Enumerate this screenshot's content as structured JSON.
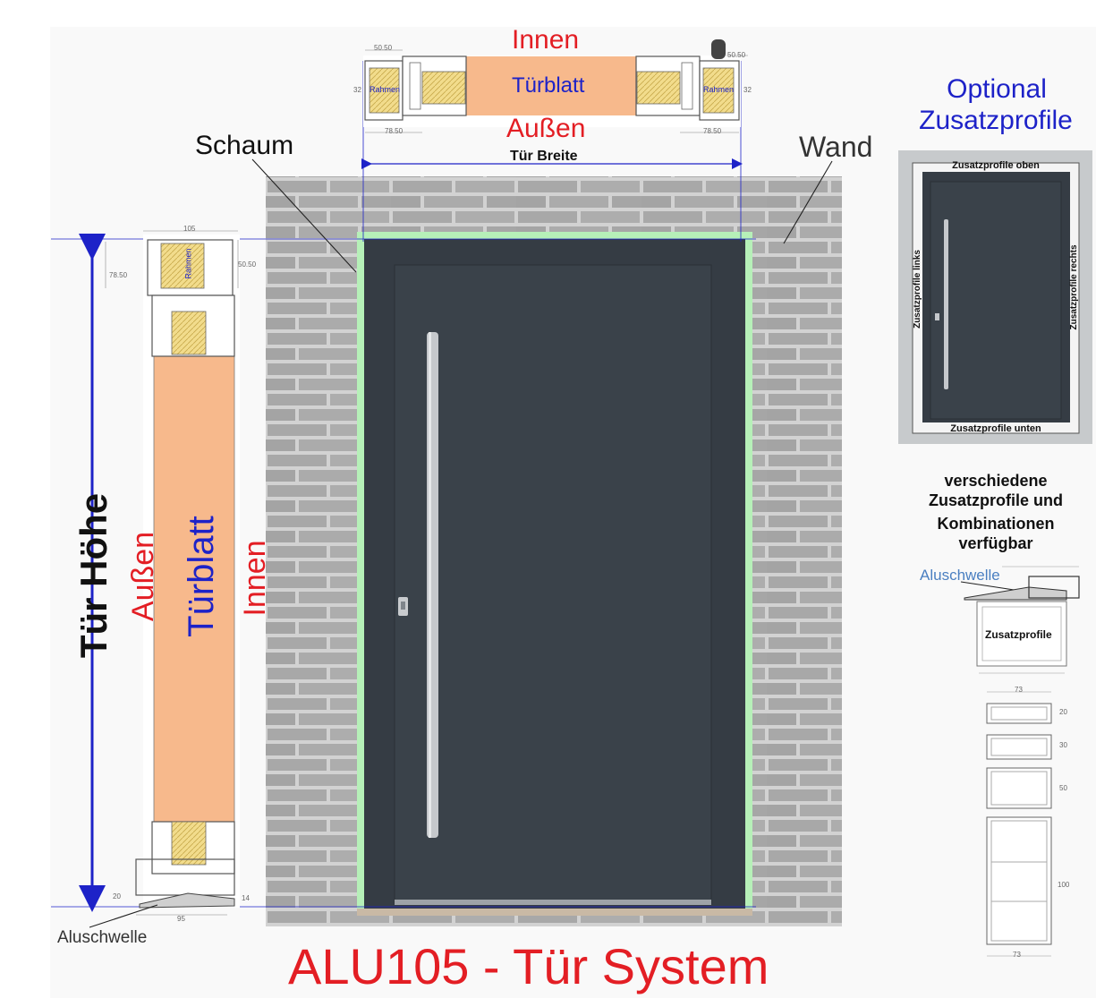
{
  "title": "ALU105 - Tür System",
  "top_section": {
    "innen": "Innen",
    "aussen": "Außen",
    "turblatt": "Türblatt",
    "rahmen_left": "Rahmen",
    "rahmen_right": "Rahmen",
    "breite": "Tür Breite",
    "dims": [
      "50.50",
      "78.50",
      "78.50",
      "50.50",
      "32",
      "32"
    ]
  },
  "labels": {
    "schaum": "Schaum",
    "wand": "Wand",
    "aluschwelle": "Aluschwelle"
  },
  "side_section": {
    "hoehe": "Tür Höhe",
    "aussen": "Außen",
    "turblatt": "Türblatt",
    "innen": "Innen",
    "rahmen": "Rahmen",
    "dims": [
      "105",
      "78.50",
      "50.50",
      "20",
      "14",
      "95"
    ]
  },
  "optional": {
    "title_line1": "Optional",
    "title_line2": "Zusatzprofile",
    "oben": "Zusatzprofile oben",
    "unten": "Zusatzprofile unten",
    "links": "Zusatzprofile links",
    "rechts": "Zusatzprofile rechts",
    "desc": [
      "verschiedene",
      "Zusatzprofile und",
      "Kombinationen",
      "verfügbar"
    ],
    "aluschwelle": "Aluschwelle",
    "zusatzprofile": "Zusatzprofile",
    "profile_dims": [
      "73",
      "20",
      "30",
      "50",
      "100",
      "73"
    ]
  },
  "colors": {
    "red": "#e31e24",
    "blue": "#1d22c8",
    "door": "#353c44",
    "brick": "#a9a9a9",
    "mortar": "#d4d4d4",
    "foam": "#b6f0b8",
    "wood": "#f7b98c",
    "insulation": "#f2dc8c"
  }
}
